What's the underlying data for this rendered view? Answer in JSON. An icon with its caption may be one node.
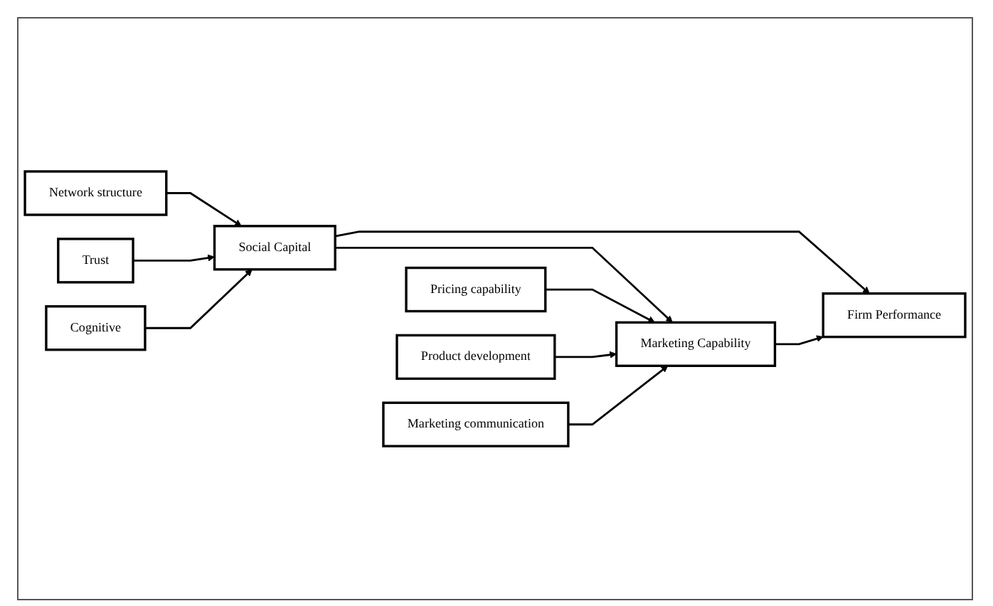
{
  "diagram": {
    "nodes": [
      {
        "text": [
          "Network structure"
        ]
      },
      {
        "text": [
          "Trust"
        ]
      },
      {
        "text": [
          "Cognitive"
        ]
      },
      {
        "text": [
          "Social Capital"
        ]
      },
      {
        "text": [
          "Firm Performance"
        ]
      },
      {
        "text": [
          "Marketing Capability"
        ]
      },
      {
        "text": [
          "Pricing capability"
        ]
      },
      {
        "text": [
          "Product development"
        ]
      },
      {
        "text": [
          "Marketing communication"
        ]
      }
    ],
    "edges": [
      {
        "from": 0,
        "to": 3,
        "arrow": "to"
      },
      {
        "from": 1,
        "to": 3,
        "arrow": "to"
      },
      {
        "from": 2,
        "to": 3,
        "arrow": "to"
      },
      {
        "from": 3,
        "to": 4,
        "arrow": "to"
      },
      {
        "from": 3,
        "to": 5,
        "arrow": "to"
      },
      {
        "from": 5,
        "to": 4,
        "arrow": "to"
      },
      {
        "from": 6,
        "to": 5,
        "arrow": "to"
      },
      {
        "from": 7,
        "to": 5,
        "arrow": "to"
      },
      {
        "from": 8,
        "to": 5,
        "arrow": "to"
      }
    ]
  }
}
